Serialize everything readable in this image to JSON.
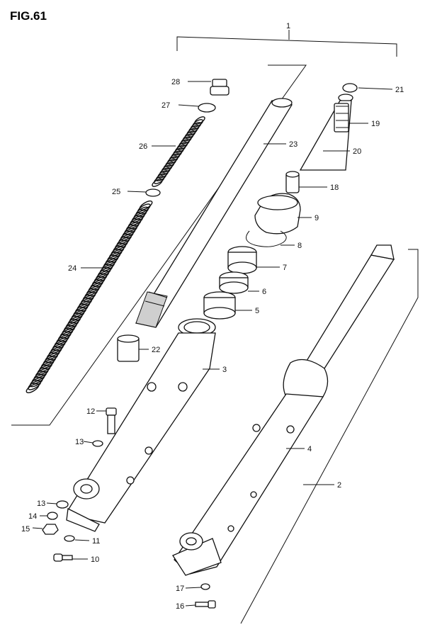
{
  "figure": {
    "title": "FIG.61"
  },
  "callouts": [
    "1",
    "2",
    "3",
    "4",
    "5",
    "6",
    "7",
    "8",
    "9",
    "10",
    "11",
    "12",
    "13",
    "13",
    "14",
    "15",
    "16",
    "17",
    "18",
    "19",
    "20",
    "21",
    "22",
    "23",
    "24",
    "25",
    "26",
    "27",
    "28"
  ]
}
